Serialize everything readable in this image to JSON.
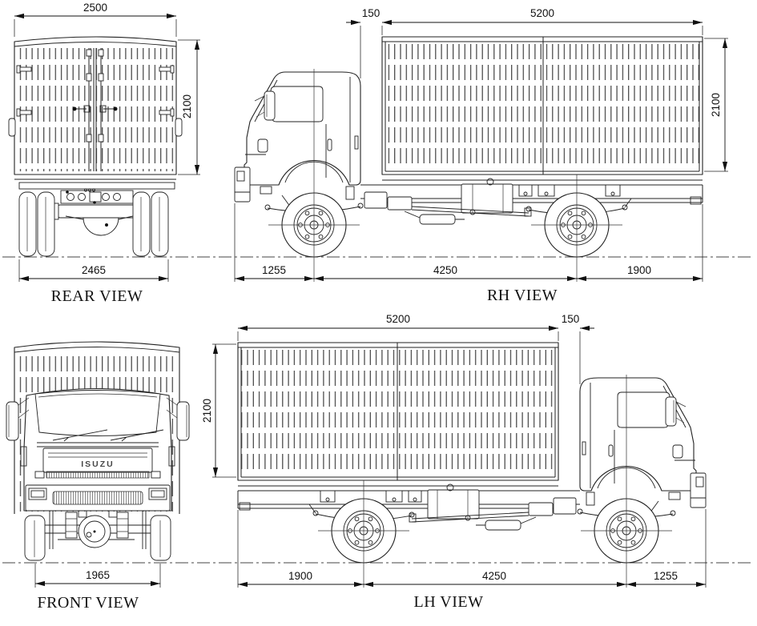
{
  "views": {
    "rear": {
      "label": "REAR VIEW",
      "dims": {
        "overall_width": "2500",
        "body_height": "2100",
        "overall_width_wheels": "2465"
      }
    },
    "rh": {
      "label": "RH VIEW",
      "dims": {
        "cab_box_gap": "150",
        "box_length": "5200",
        "box_height": "2100",
        "front_overhang": "1255",
        "wheelbase": "4250",
        "rear_overhang": "1900"
      }
    },
    "front": {
      "label": "FRONT VIEW",
      "brand": "ISUZU",
      "dims": {
        "front_track": "1965"
      }
    },
    "lh": {
      "label": "LH VIEW",
      "dims": {
        "box_length": "5200",
        "cab_box_gap": "150",
        "box_height": "2100",
        "rear_overhang": "1900",
        "wheelbase": "4250",
        "front_overhang": "1255"
      }
    }
  },
  "colors": {
    "line": "#222222",
    "background": "#ffffff"
  }
}
